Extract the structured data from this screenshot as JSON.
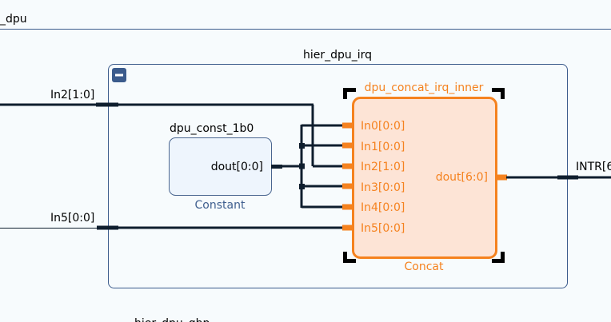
{
  "diagram": {
    "outer_title": "_dpu",
    "outer_bottom_label": "hier_dpu_ghp",
    "hier": {
      "name": "hier_dpu_irq",
      "collapse_symbol": "−",
      "ports_in": [
        "In2[1:0]",
        "In5[0:0]"
      ],
      "port_out": "INTR[6"
    },
    "constant": {
      "instance": "dpu_const_1b0",
      "port": "dout[0:0]",
      "type": "Constant"
    },
    "concat": {
      "instance": "dpu_concat_irq_inner",
      "inputs": [
        "In0[0:0]",
        "In1[0:0]",
        "In2[1:0]",
        "In3[0:0]",
        "In4[0:0]",
        "In5[0:0]"
      ],
      "output": "dout[6:0]",
      "type": "Concat"
    },
    "colors": {
      "background": "#f7fbfd",
      "hier_border": "#3b5b8c",
      "wire": "#0f1e2e",
      "accent": "#f5821f",
      "concat_fill": "#fde4d6",
      "constant_fill": "#eef5fd",
      "constant_border": "#4a6690",
      "collapse_btn": "#3b5b8c"
    }
  }
}
